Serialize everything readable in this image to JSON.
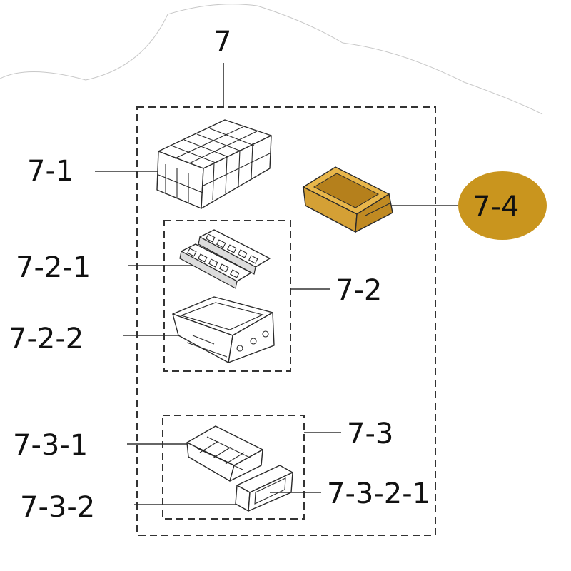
{
  "labels": {
    "root": "7",
    "p7_1": "7-1",
    "p7_2": "7-2",
    "p7_2_1": "7-2-1",
    "p7_2_2": "7-2-2",
    "p7_3": "7-3",
    "p7_3_1": "7-3-1",
    "p7_3_2": "7-3-2",
    "p7_3_2_1": "7-3-2-1",
    "p7_4": "7-4"
  },
  "colors": {
    "highlight": "#C9951E",
    "highlight_part": "#D4A035",
    "line": "#333333",
    "text": "#111111"
  }
}
